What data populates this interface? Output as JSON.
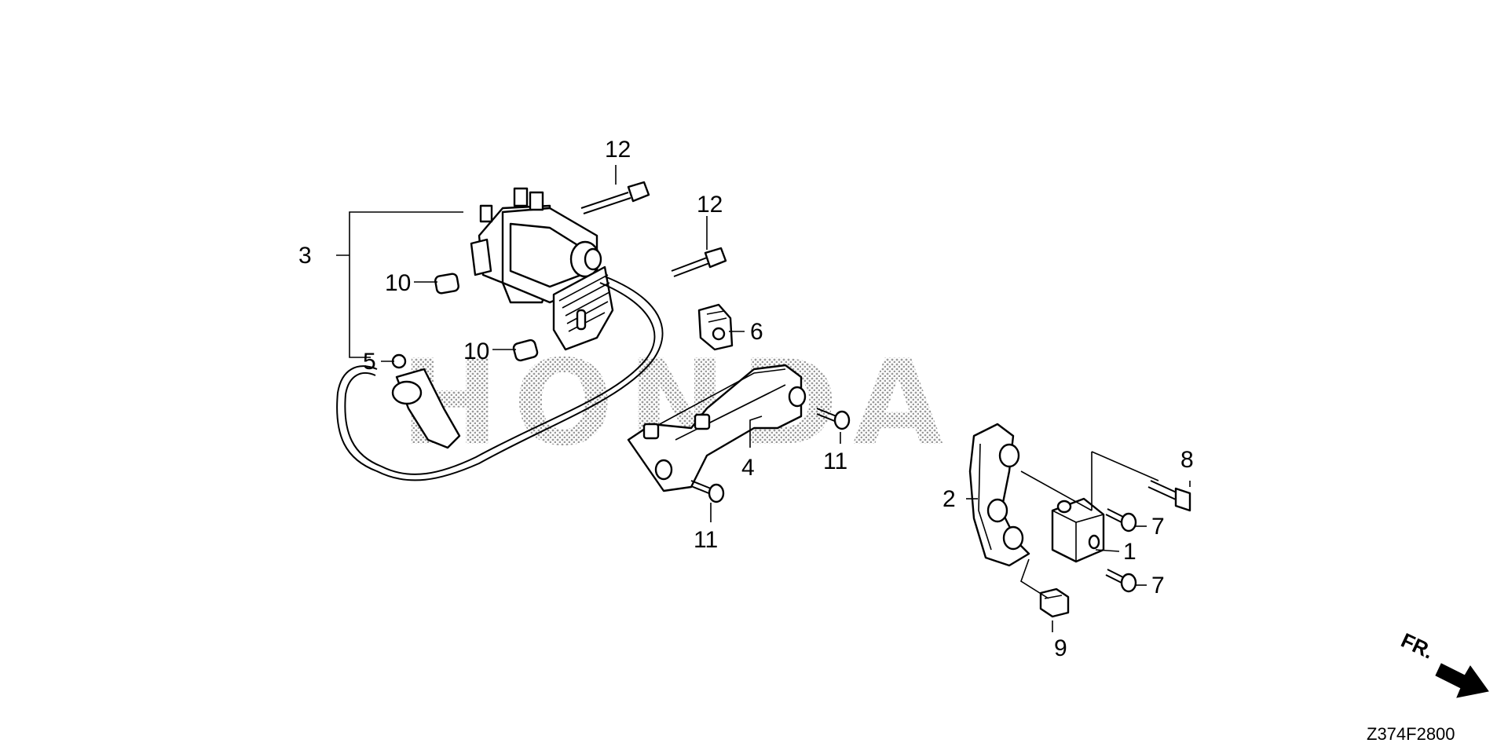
{
  "watermark": "HONDA",
  "diagram_code": "Z374F2800",
  "direction_label": "FR.",
  "callouts": {
    "c1": "1",
    "c2": "2",
    "c3": "3",
    "c4": "4",
    "c5": "5",
    "c6": "6",
    "c7a": "7",
    "c7b": "7",
    "c8": "8",
    "c9": "9",
    "c10a": "10",
    "c10b": "10",
    "c11a": "11",
    "c11b": "11",
    "c12a": "12",
    "c12b": "12"
  }
}
